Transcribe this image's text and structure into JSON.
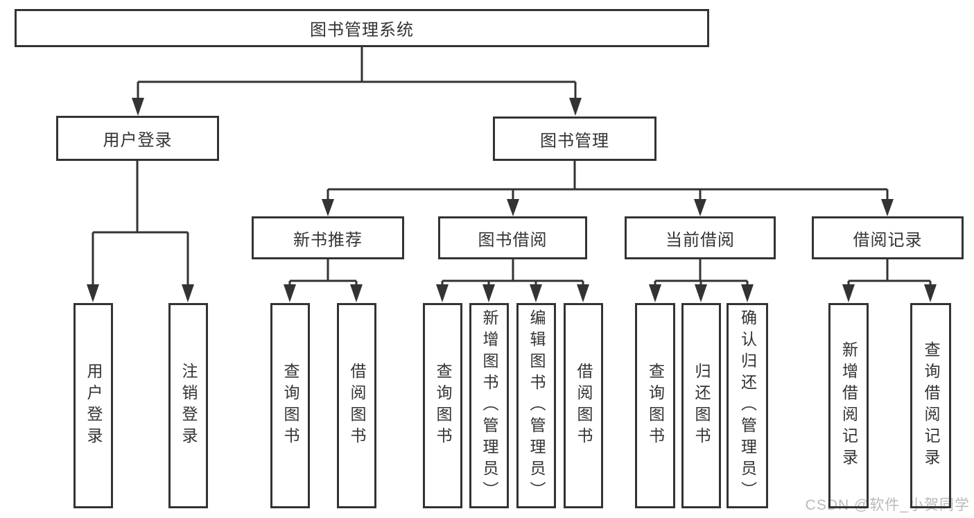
{
  "colors": {
    "line": "#333333",
    "text": "#333333",
    "box_background": "#ffffff",
    "page_background": "#ffffff",
    "watermark": "#b9b9b9"
  },
  "watermark": "CSDN @软件_小贺同学",
  "diagram": {
    "type": "hierarchy-tree",
    "nodes": {
      "root": {
        "label": "图书管理系统"
      },
      "user_login": {
        "label": "用户登录"
      },
      "book_mgmt": {
        "label": "图书管理"
      },
      "new_book_rec": {
        "label": "新书推荐"
      },
      "book_borrow": {
        "label": "图书借阅"
      },
      "current_borrow": {
        "label": "当前借阅"
      },
      "borrow_records": {
        "label": "借阅记录"
      },
      "leaf_user_login": {
        "label": "用户登录"
      },
      "leaf_logout": {
        "label": "注销登录"
      },
      "leaf_query_books_1": {
        "label": "查询图书"
      },
      "leaf_borrow_books_1": {
        "label": "借阅图书"
      },
      "leaf_query_books_2": {
        "label": "查询图书"
      },
      "leaf_add_books": {
        "label": "新增图书（管理员）"
      },
      "leaf_edit_books": {
        "label": "编辑图书（管理员）"
      },
      "leaf_borrow_books_2": {
        "label": "借阅图书"
      },
      "leaf_query_books_3": {
        "label": "查询图书"
      },
      "leaf_return_books": {
        "label": "归还图书"
      },
      "leaf_confirm_return": {
        "label": "确认归还（管理员）"
      },
      "leaf_add_borrow_record": {
        "label": "新增借阅记录"
      },
      "leaf_query_borrow_record": {
        "label": "查询借阅记录"
      }
    },
    "edges": [
      [
        "root",
        "user_login"
      ],
      [
        "root",
        "book_mgmt"
      ],
      [
        "user_login",
        "leaf_user_login"
      ],
      [
        "user_login",
        "leaf_logout"
      ],
      [
        "book_mgmt",
        "new_book_rec"
      ],
      [
        "book_mgmt",
        "book_borrow"
      ],
      [
        "book_mgmt",
        "current_borrow"
      ],
      [
        "book_mgmt",
        "borrow_records"
      ],
      [
        "new_book_rec",
        "leaf_query_books_1"
      ],
      [
        "new_book_rec",
        "leaf_borrow_books_1"
      ],
      [
        "book_borrow",
        "leaf_query_books_2"
      ],
      [
        "book_borrow",
        "leaf_add_books"
      ],
      [
        "book_borrow",
        "leaf_edit_books"
      ],
      [
        "book_borrow",
        "leaf_borrow_books_2"
      ],
      [
        "current_borrow",
        "leaf_query_books_3"
      ],
      [
        "current_borrow",
        "leaf_return_books"
      ],
      [
        "current_borrow",
        "leaf_confirm_return"
      ],
      [
        "borrow_records",
        "leaf_add_borrow_record"
      ],
      [
        "borrow_records",
        "leaf_query_borrow_record"
      ]
    ]
  }
}
